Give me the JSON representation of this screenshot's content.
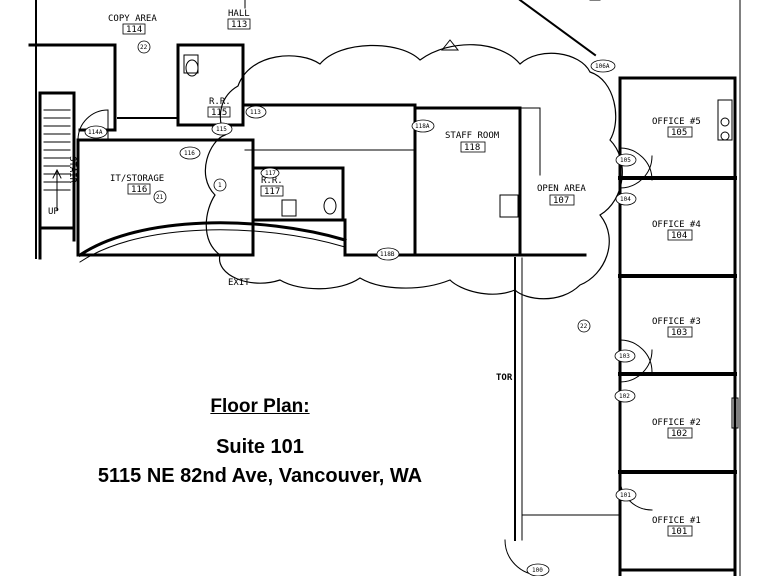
{
  "caption": {
    "title": "Floor Plan:",
    "suite": "Suite 101",
    "address": "5115 NE 82nd Ave, Vancouver, WA"
  },
  "rooms": {
    "copy_area": {
      "name": "COPY AREA",
      "number": "114"
    },
    "hall": {
      "name": "HALL",
      "number": "113"
    },
    "rr_115": {
      "name": "R.R.",
      "number": "115"
    },
    "it_storage": {
      "name": "IT/STORAGE",
      "number": "116"
    },
    "rr_117": {
      "name": "R.R.",
      "number": "117"
    },
    "staff_room": {
      "name": "STAFF ROOM",
      "number": "118"
    },
    "open_area": {
      "name": "OPEN AREA",
      "number": "107"
    },
    "office_5": {
      "name": "OFFICE #5",
      "number": "105"
    },
    "office_4": {
      "name": "OFFICE #4",
      "number": "104"
    },
    "office_3": {
      "name": "OFFICE #3",
      "number": "103"
    },
    "office_2": {
      "name": "OFFICE #2",
      "number": "102"
    },
    "office_1": {
      "name": "OFFICE #1",
      "number": "101"
    }
  },
  "door_tags": {
    "d105": "105",
    "d104": "104",
    "d103": "103",
    "d102": "102",
    "d101": "101",
    "d100": "100",
    "d106a": "106A",
    "d113": "113",
    "d115": "115",
    "d114a": "114A",
    "d116": "116",
    "d117": "117",
    "d118a": "118A",
    "d118b": "118B"
  },
  "markers": {
    "m22a": "22",
    "m21": "21",
    "m22b": "22",
    "m1": "1"
  },
  "labels": {
    "stair": "STAIR",
    "up": "UP",
    "exit": "EXIT",
    "tor": "TOR"
  }
}
